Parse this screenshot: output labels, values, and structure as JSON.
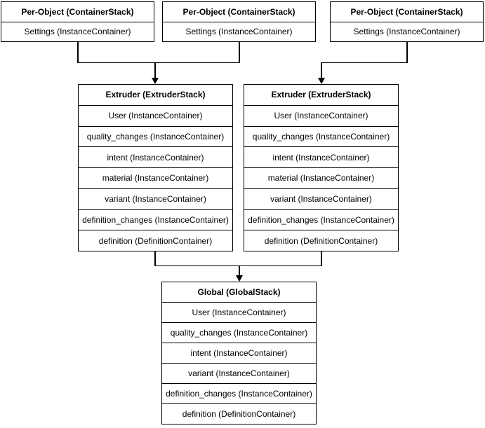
{
  "diagram": {
    "background_color": "#ffffff",
    "line_color": "#000000",
    "node_fill_color": "#ffffff",
    "text_color": "#000000",
    "nodes": {
      "per_object_1": {
        "title": "Per-Object (ContainerStack)",
        "rows": [
          "Settings (InstanceContainer)"
        ]
      },
      "per_object_2": {
        "title": "Per-Object (ContainerStack)",
        "rows": [
          "Settings (InstanceContainer)"
        ]
      },
      "per_object_3": {
        "title": "Per-Object (ContainerStack)",
        "rows": [
          "Settings (InstanceContainer)"
        ]
      },
      "extruder_left": {
        "title": "Extruder (ExtruderStack)",
        "rows": [
          "User (InstanceContainer)",
          "quality_changes (InstanceContainer)",
          "intent (InstanceContainer)",
          "material (InstanceContainer)",
          "variant (InstanceContainer)",
          "definition_changes (InstanceContainer)",
          "definition (DefinitionContainer)"
        ]
      },
      "extruder_right": {
        "title": "Extruder (ExtruderStack)",
        "rows": [
          "User (InstanceContainer)",
          "quality_changes (InstanceContainer)",
          "intent (InstanceContainer)",
          "material (InstanceContainer)",
          "variant (InstanceContainer)",
          "definition_changes (InstanceContainer)",
          "definition (DefinitionContainer)"
        ]
      },
      "global": {
        "title": "Global (GlobalStack)",
        "rows": [
          "User (InstanceContainer)",
          "quality_changes (InstanceContainer)",
          "intent (InstanceContainer)",
          "variant (InstanceContainer)",
          "definition_changes (InstanceContainer)",
          "definition (DefinitionContainer)"
        ]
      }
    },
    "edges": [
      {
        "from": [
          "per_object_1",
          "per_object_2"
        ],
        "to": "extruder_left",
        "style": "merged elbow, filled down arrowhead"
      },
      {
        "from": [
          "per_object_3"
        ],
        "to": "extruder_right",
        "style": "elbow, filled down arrowhead"
      },
      {
        "from": [
          "extruder_left",
          "extruder_right"
        ],
        "to": "global",
        "style": "merged elbow, filled down arrowhead"
      }
    ]
  }
}
